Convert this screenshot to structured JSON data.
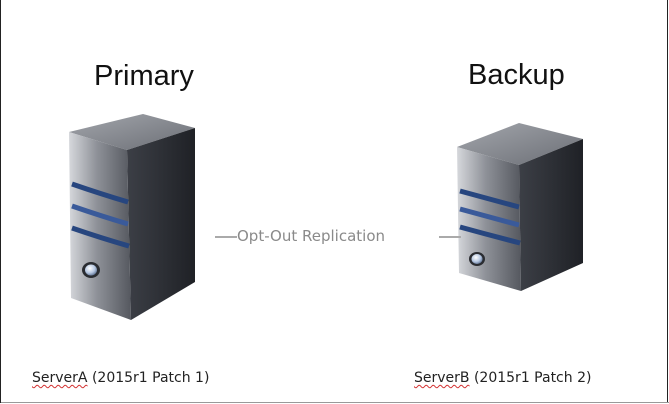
{
  "diagram": {
    "primary_title": "Primary",
    "backup_title": "Backup",
    "link_label": "Opt-Out Replication",
    "server_a": {
      "name": "ServerA",
      "version": " (2015r1 Patch 1)"
    },
    "server_b": {
      "name": "ServerB",
      "version": " (2015r1 Patch 2)"
    }
  },
  "colors": {
    "server_body": "#4a4d55",
    "server_stripe": "#3a5a9a",
    "link_text": "#8a8a8a",
    "spellcheck_underline": "#d23030"
  },
  "icons": [
    "server-tower-icon",
    "server-tower-icon"
  ]
}
